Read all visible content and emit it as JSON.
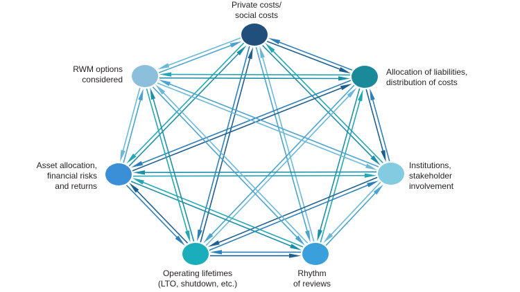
{
  "diagram": {
    "nodes": [
      {
        "id": "private",
        "label": "Private costs/\nsocial costs",
        "color": "#1f4f7a"
      },
      {
        "id": "allocation",
        "label": "Allocation of liabilities,\ndistribution of costs",
        "color": "#1a8a9a"
      },
      {
        "id": "institutions",
        "label": "Institutions,\nstakeholder\ninvolvement",
        "color": "#82cbe0"
      },
      {
        "id": "rhythm",
        "label": "Rhythm\nof reviews",
        "color": "#3aa0dc"
      },
      {
        "id": "operating",
        "label": "Operating lifetimes\n(LTO, shutdown, etc.)",
        "color": "#19aeb9"
      },
      {
        "id": "asset",
        "label": "Asset allocation,\nfinancial risks\nand returns",
        "color": "#3a8fd6"
      },
      {
        "id": "rwm",
        "label": "RWM options\nconsidered",
        "color": "#8cbfdc"
      }
    ],
    "edges": [
      {
        "from": "private",
        "to": "allocation"
      },
      {
        "from": "private",
        "to": "institutions"
      },
      {
        "from": "private",
        "to": "rhythm"
      },
      {
        "from": "private",
        "to": "operating"
      },
      {
        "from": "private",
        "to": "asset"
      },
      {
        "from": "private",
        "to": "rwm"
      },
      {
        "from": "allocation",
        "to": "institutions"
      },
      {
        "from": "allocation",
        "to": "rhythm"
      },
      {
        "from": "allocation",
        "to": "operating"
      },
      {
        "from": "allocation",
        "to": "asset"
      },
      {
        "from": "allocation",
        "to": "rwm"
      },
      {
        "from": "institutions",
        "to": "rhythm"
      },
      {
        "from": "institutions",
        "to": "operating"
      },
      {
        "from": "institutions",
        "to": "asset"
      },
      {
        "from": "institutions",
        "to": "rwm"
      },
      {
        "from": "rhythm",
        "to": "operating"
      },
      {
        "from": "rhythm",
        "to": "asset"
      },
      {
        "from": "rhythm",
        "to": "rwm"
      },
      {
        "from": "operating",
        "to": "asset"
      },
      {
        "from": "operating",
        "to": "rwm"
      },
      {
        "from": "asset",
        "to": "rwm"
      }
    ],
    "edge_colors": [
      "#1f5f8f",
      "#1e8ea6",
      "#4aa3d0",
      "#2c7fb8",
      "#23a7b5",
      "#6cb8d8"
    ]
  }
}
